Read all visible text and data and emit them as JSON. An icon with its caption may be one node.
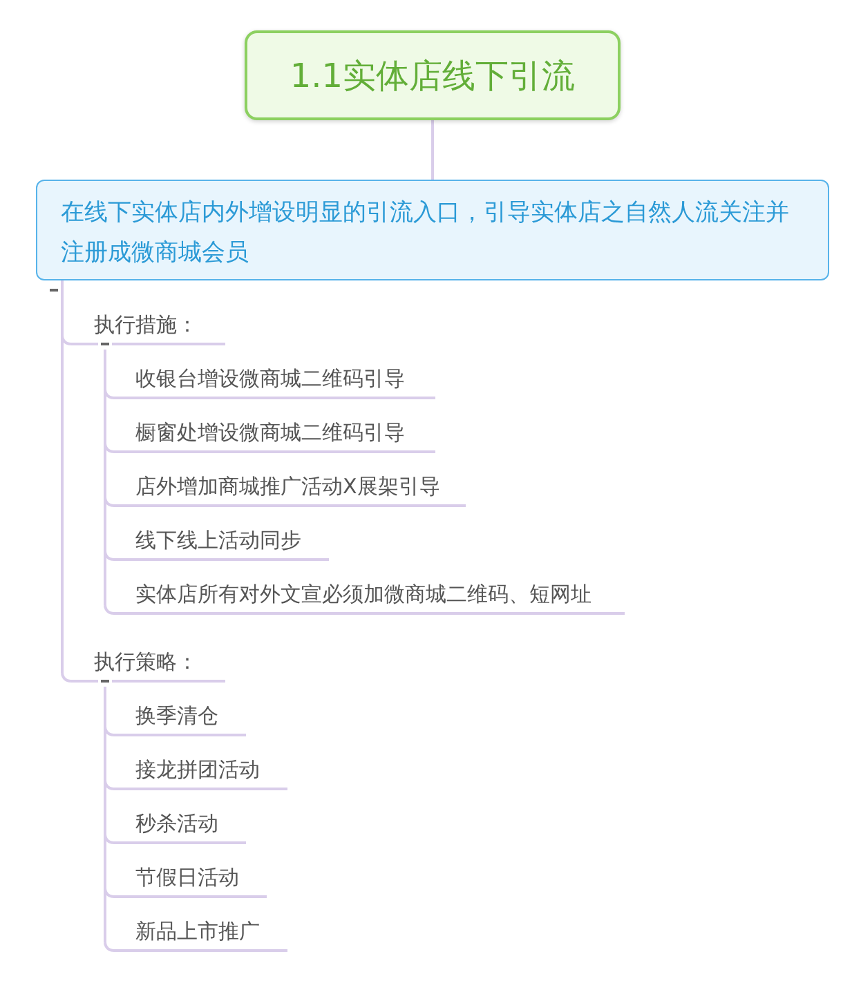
{
  "diagram": {
    "nodes": [
      {
        "text": [
          "1.1实体店线下引流"
        ]
      },
      {
        "text": [
          "在线下实体店内外增设明显的引流入口，引导实体店之自然人流关注并注册成微商城会员"
        ]
      },
      {
        "text": [
          "执行措施："
        ]
      },
      {
        "text": [
          "收银台增设微商城二维码引导"
        ]
      },
      {
        "text": [
          "橱窗处增设微商城二维码引导"
        ]
      },
      {
        "text": [
          "店外增加商城推广活动X展架引导"
        ]
      },
      {
        "text": [
          "线下线上活动同步"
        ]
      },
      {
        "text": [
          "实体店所有对外文宣必须加微商城二维码、短网址"
        ]
      },
      {
        "text": [
          "执行策略："
        ]
      },
      {
        "text": [
          "换季清仓"
        ]
      },
      {
        "text": [
          "接龙拼团活动"
        ]
      },
      {
        "text": [
          "秒杀活动"
        ]
      },
      {
        "text": [
          "节假日活动"
        ]
      },
      {
        "text": [
          "新品上市推广"
        ]
      }
    ],
    "edges": [
      {
        "from": 0,
        "to": 1,
        "arrow": "none"
      },
      {
        "from": 1,
        "to": 2,
        "arrow": "none"
      },
      {
        "from": 1,
        "to": 8,
        "arrow": "none"
      },
      {
        "from": 2,
        "to": 3,
        "arrow": "none"
      },
      {
        "from": 2,
        "to": 4,
        "arrow": "none"
      },
      {
        "from": 2,
        "to": 5,
        "arrow": "none"
      },
      {
        "from": 2,
        "to": 6,
        "arrow": "none"
      },
      {
        "from": 2,
        "to": 7,
        "arrow": "none"
      },
      {
        "from": 8,
        "to": 9,
        "arrow": "none"
      },
      {
        "from": 8,
        "to": 10,
        "arrow": "none"
      },
      {
        "from": 8,
        "to": 11,
        "arrow": "none"
      },
      {
        "from": 8,
        "to": 12,
        "arrow": "none"
      },
      {
        "from": 8,
        "to": 13,
        "arrow": "none"
      }
    ]
  }
}
